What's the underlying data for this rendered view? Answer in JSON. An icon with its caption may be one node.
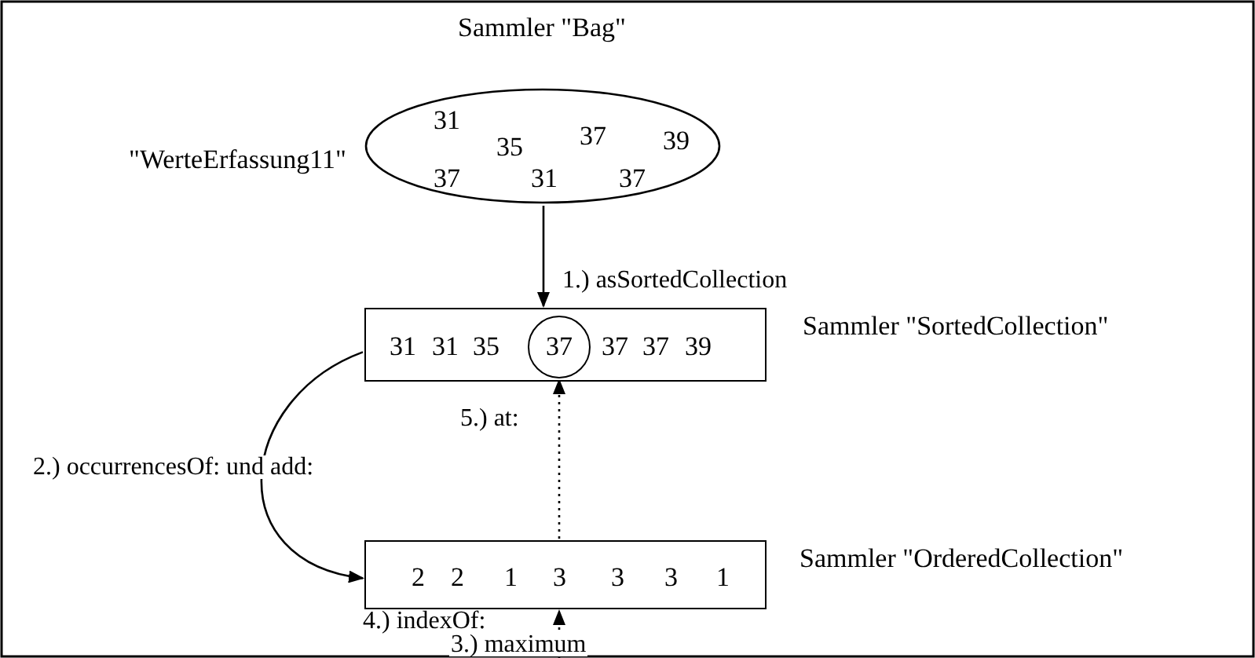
{
  "diagram": {
    "nodes": [
      {
        "text": [
          "Sammler \"Bag\"",
          "31",
          "35",
          "37",
          "39",
          "37",
          "31",
          "37"
        ],
        "beside": [
          "\"WerteErfassung11\""
        ]
      },
      {
        "text": [
          "31",
          "31",
          "35",
          "37",
          "37",
          "39"
        ],
        "beside": [
          "Sammler \"SortedCollection\""
        ]
      },
      {
        "text": [
          "37"
        ],
        "in": 1
      },
      {
        "text": [
          "2",
          "2",
          "1",
          "3",
          "3",
          "3",
          "1"
        ],
        "beside": [
          "Sammler \"OrderedCollection\""
        ]
      }
    ],
    "edges": [
      {
        "from": 0,
        "to": 1,
        "arrow": "to",
        "label": "1.) asSortedCollection"
      },
      {
        "from": 1,
        "to": 3,
        "arrow": "to",
        "label": "2.) occurrencesOf: und add:"
      },
      {
        "from": 3,
        "to": 2,
        "arrow": "to",
        "label": "5.) at:",
        "style": "dashed"
      },
      {
        "from": null,
        "to": 3,
        "arrow": "to",
        "label": "3.) maximum",
        "style": "dashed"
      }
    ],
    "labels": [
      "4.) indexOf:"
    ]
  }
}
